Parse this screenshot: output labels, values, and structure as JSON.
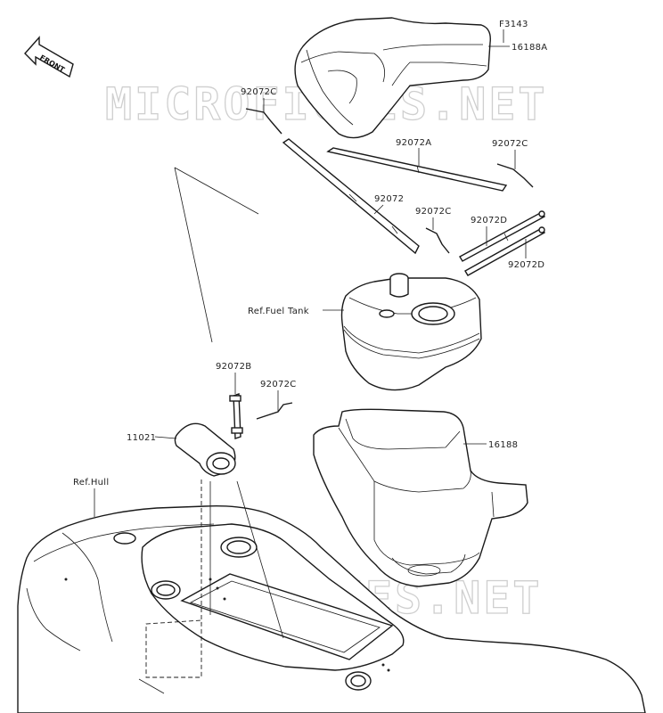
{
  "figure_code": "F3143",
  "front_label": "FRONT",
  "watermark": "MICROFICHES.NET",
  "callouts": {
    "seat_top": "16188A",
    "strap_top": "92072C",
    "strap_a": "92072A",
    "strap_c_right": "92072C",
    "strap_main": "92072",
    "strap_c_mid": "92072C",
    "strap_d1": "92072D",
    "strap_d2": "92072D",
    "fuel_tank_ref": "Ref.Fuel Tank",
    "strap_b": "92072B",
    "strap_c_low": "92072C",
    "filter": "11021",
    "bin": "16188",
    "hull_ref": "Ref.Hull"
  }
}
